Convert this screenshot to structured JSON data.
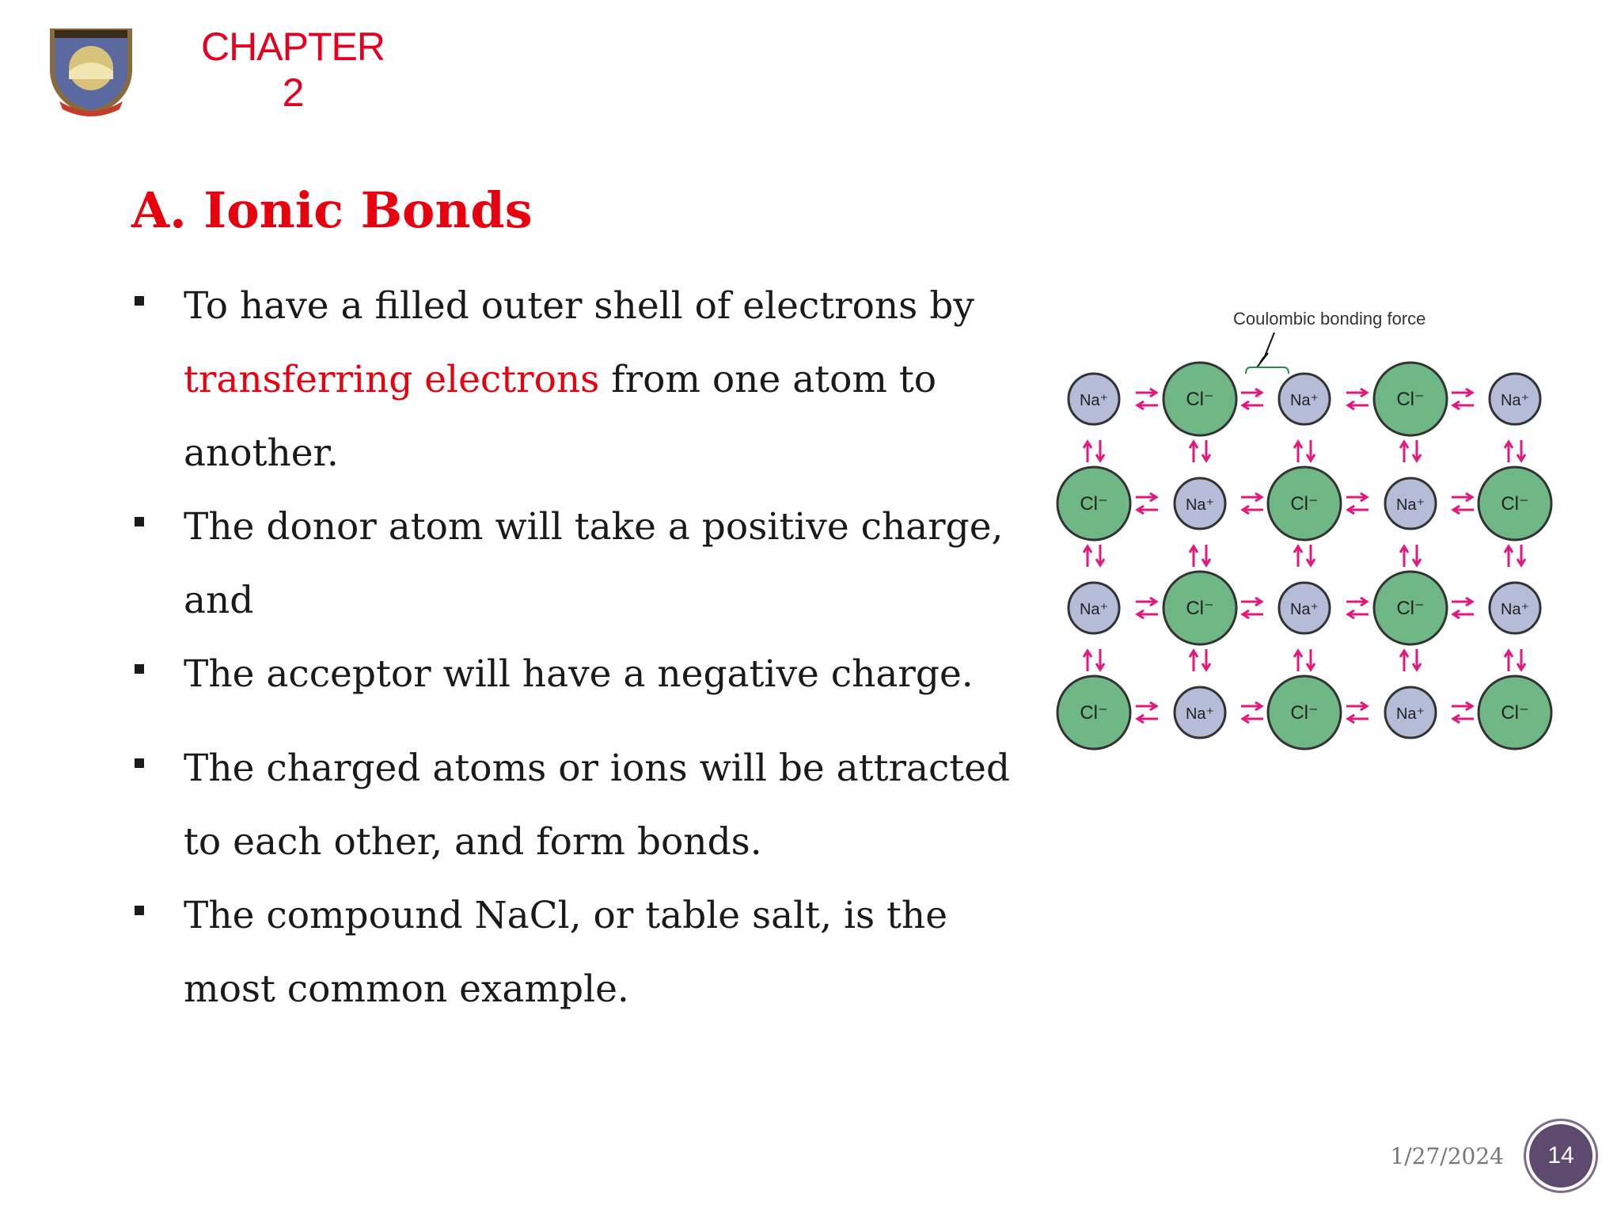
{
  "header": {
    "chapter": "CHAPTER 2"
  },
  "title": "A. Ionic Bonds",
  "bullets": {
    "b1_before": "To have a filled outer shell of electrons by ",
    "b1_highlight": "transferring electrons",
    "b1_after": " from one atom to another.",
    "b2": "The donor atom will take a positive charge, and",
    "b3": "The acceptor will have a negative charge.",
    "b4": "The charged atoms or ions will be attracted to each other, and form bonds.",
    "b5": "The compound NaCl, or table salt, is the most common example."
  },
  "diagram": {
    "annotation": "Coulombic bonding force",
    "ion_na": "Na⁺",
    "ion_cl": "Cl⁻",
    "rows": [
      [
        "Na",
        "Cl",
        "Na",
        "Cl",
        "Na"
      ],
      [
        "Cl",
        "Na",
        "Cl",
        "Na",
        "Cl"
      ],
      [
        "Na",
        "Cl",
        "Na",
        "Cl",
        "Na"
      ],
      [
        "Cl",
        "Na",
        "Cl",
        "Na",
        "Cl"
      ]
    ],
    "colors": {
      "na_fill": "#b4bcd8",
      "cl_fill": "#6fb784",
      "arrow": "#e0197c"
    }
  },
  "footer": {
    "date": "1/27/2024",
    "page_number": "14"
  }
}
